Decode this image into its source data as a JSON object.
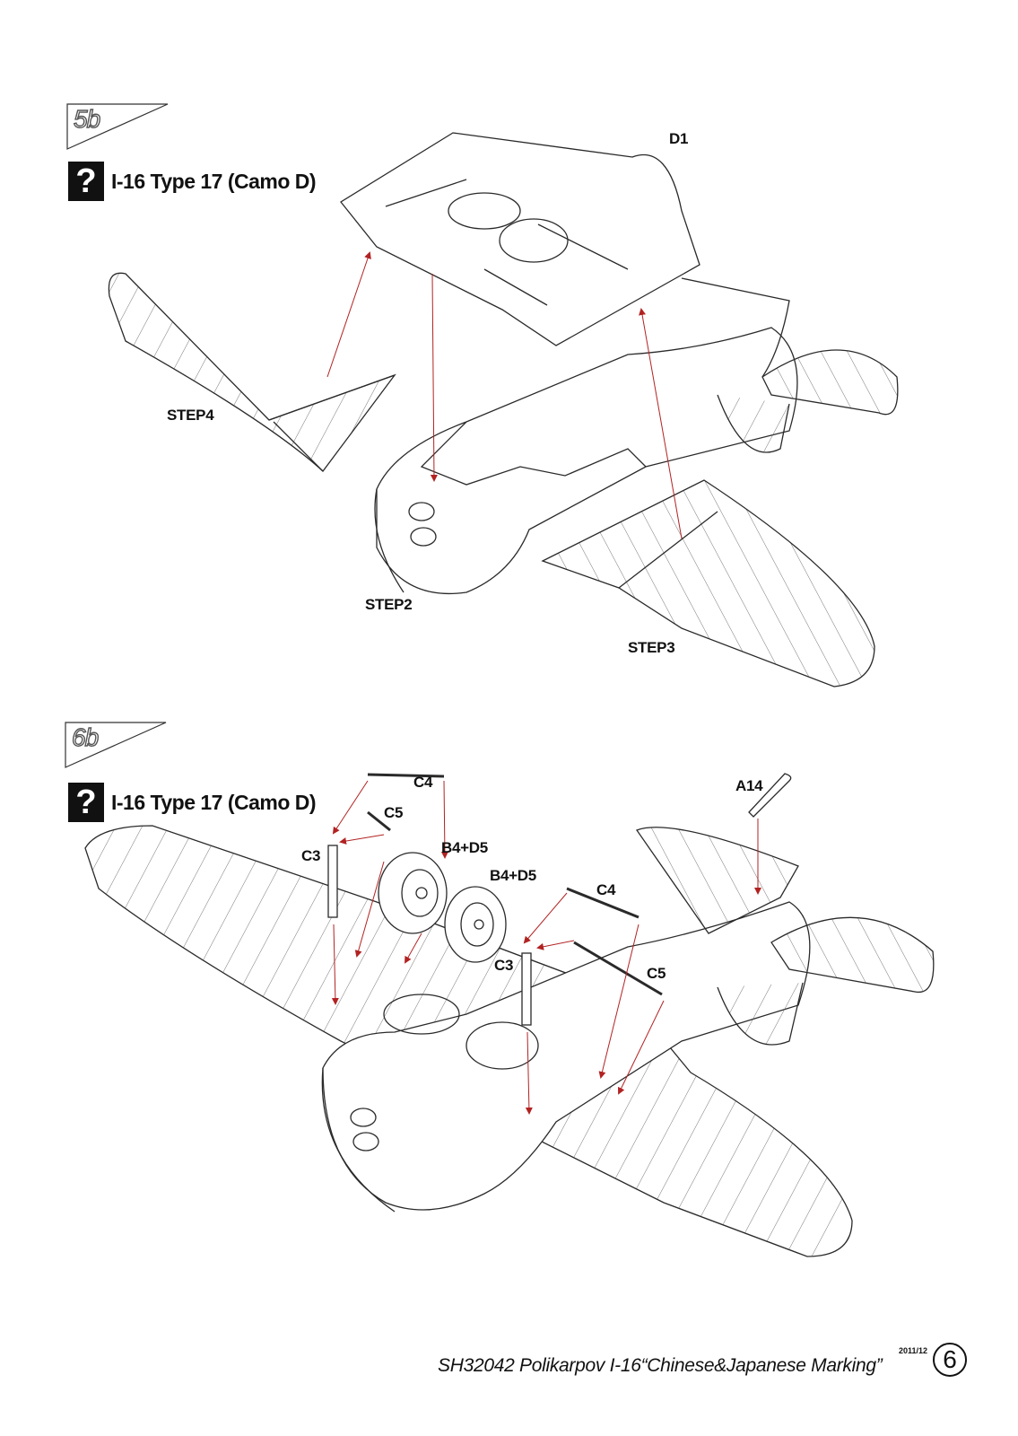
{
  "steps": [
    {
      "tab": "5b",
      "version_label": "I-16 Type 17 (Camo D)",
      "version_icon": "?"
    },
    {
      "tab": "6b",
      "version_label": "I-16 Type 17 (Camo D)",
      "version_icon": "?"
    }
  ],
  "step5_labels": {
    "d1": "D1",
    "step4": "STEP4",
    "step2": "STEP2",
    "step3": "STEP3"
  },
  "step6_labels": {
    "c4_left": "C4",
    "c5_left": "C5",
    "c3_left": "C3",
    "b4d5_left": "B4+D5",
    "b4d5_right": "B4+D5",
    "c4_right": "C4",
    "c3_right": "C3",
    "c5_right": "C5",
    "a14": "A14"
  },
  "footer": {
    "title": "SH32042 Polikarpov I-16“Chinese&Japanese Marking”",
    "date": "2011/12",
    "page": "6"
  },
  "colors": {
    "line": "#2a2a2a",
    "arrow": "#b22222",
    "tab_stroke": "#555555"
  }
}
